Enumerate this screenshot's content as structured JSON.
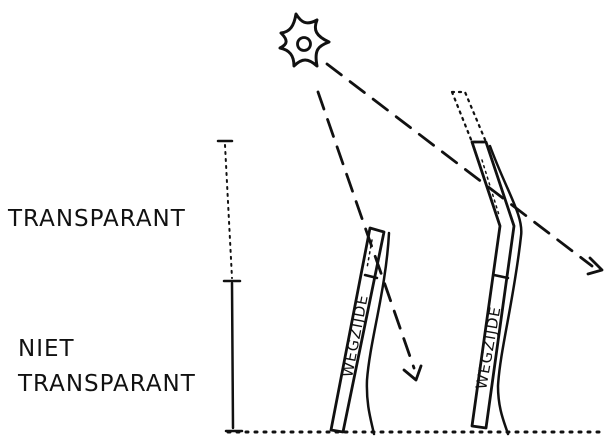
{
  "labels": {
    "transparent_zone": "TRANSPARANT",
    "opaque_zone_line1": "NIET",
    "opaque_zone_line2": "TRANSPARANT",
    "panel_left": "WEGZIJDE",
    "panel_right": "WEGZIJDE"
  },
  "colors": {
    "ink": "#111111",
    "background": "#ffffff"
  },
  "icons": {
    "sun": "sun-icon"
  }
}
